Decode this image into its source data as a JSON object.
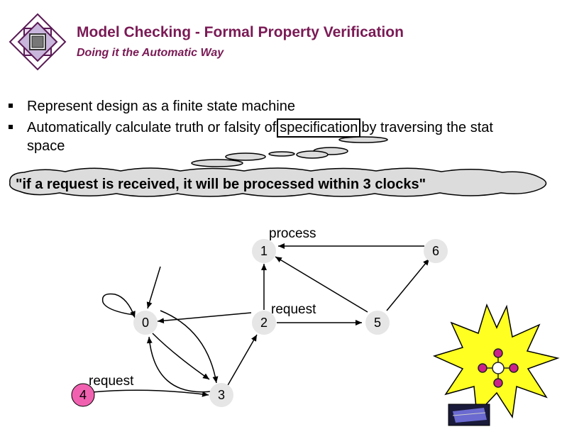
{
  "header": {
    "title": "Model Checking - Formal Property Verification",
    "subtitle": "Doing it the Automatic Way"
  },
  "bullets": {
    "b1": "Represent design as a finite state machine",
    "b2_pre": "Automatically calculate truth or falsity of",
    "b2_box": "specification",
    "b2_post": "by traversing the stat",
    "b2_cont": "space"
  },
  "cloud": {
    "text": "\"if a request is received, it will be processed within 3 clocks\""
  },
  "fsm": {
    "nodes": {
      "n0": "0",
      "n1": "1",
      "n2": "2",
      "n3": "3",
      "n4": "4",
      "n5": "5",
      "n6": "6"
    },
    "labels": {
      "process": "process",
      "request_a": "request",
      "request_b": "request"
    }
  },
  "colors": {
    "title": "#7a1a55",
    "node_fill": "#e6e6e6",
    "start_node_fill": "#f062b0",
    "starburst_fill": "#ffff22",
    "chip_molecule": "#cc2288"
  },
  "icons": {
    "logo": "nested-diamond-logo",
    "starburst": "starburst-icon",
    "chip": "chip-icon"
  }
}
